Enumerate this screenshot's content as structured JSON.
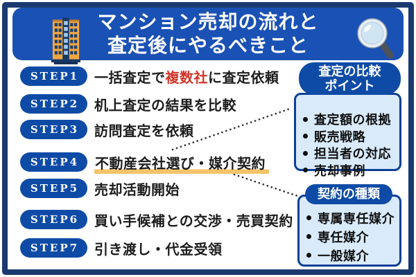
{
  "header": {
    "title_line1": "マンション売却の流れと",
    "title_line2": "査定後にやるべきこと"
  },
  "steps": [
    {
      "badge": "STEP1",
      "text_pre": "一括査定で",
      "text_red": "複数社",
      "text_post": "に査定依頼"
    },
    {
      "badge": "STEP2",
      "text": "机上査定の結果を比較"
    },
    {
      "badge": "STEP3",
      "text": "訪問査定を依頼"
    },
    {
      "badge": "STEP4",
      "text": "不動産会社選び・媒介契約"
    },
    {
      "badge": "STEP5",
      "text": "売却活動開始"
    },
    {
      "badge": "STEP6",
      "text": "買い手候補との交渉・売買契約"
    },
    {
      "badge": "STEP7",
      "text": "引き渡し・代金受領"
    }
  ],
  "callout_appraisal": {
    "title_line1": "査定の比較",
    "title_line2": "ポイント",
    "items": [
      "査定額の根拠",
      "販売戦略",
      "担当者の対応",
      "売却事例"
    ]
  },
  "callout_contract": {
    "title": "契約の種類",
    "items": [
      "専属専任媒介",
      "専任媒介",
      "一般媒介"
    ]
  },
  "icons": {
    "building": "building-icon",
    "magnifier": "magnifying-glass-icon",
    "bullet": "round-dot"
  },
  "colors": {
    "header_blue": "#1a51b4",
    "badge_blue": "#0e4ba6",
    "frame_navy": "#1a3a70",
    "panel_light_blue": "#d9eafa",
    "panel_border_blue": "#0c3f96",
    "accent_red": "#cf3529",
    "marker_yellow": "#f7c36a",
    "text_dark": "#1c1c1c",
    "building_orange": "#f0a742",
    "connector_dot": "#2b2b2b"
  }
}
